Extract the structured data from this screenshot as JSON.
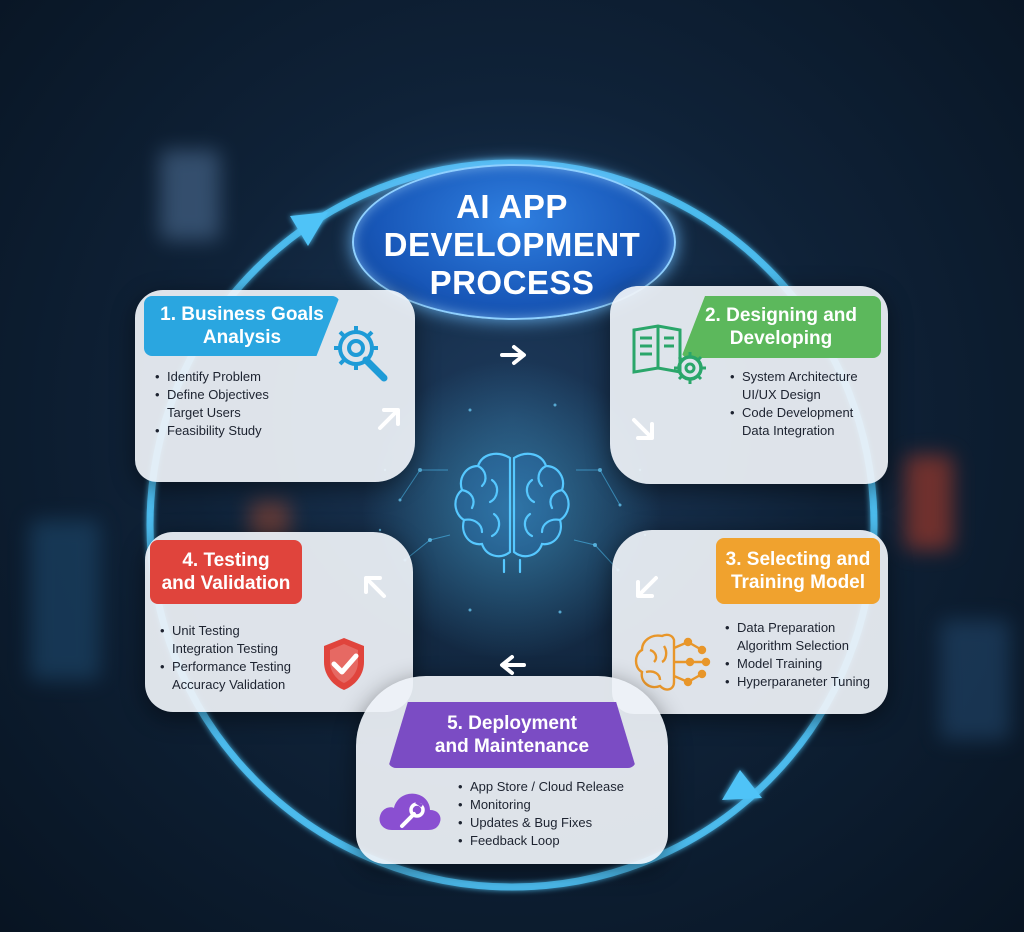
{
  "title": {
    "lines": [
      "AI APP",
      "DEVELOPMENT",
      "PROCESS"
    ]
  },
  "colors": {
    "step1": "#2aa6e0",
    "step2": "#5cb85c",
    "step3": "#f0a22e",
    "step4": "#e0443c",
    "step5": "#7b4cc4",
    "ring": "#4fc3f7"
  },
  "steps": [
    {
      "id": "step1",
      "title_lines": [
        "1. Business Goals",
        "Analysis"
      ],
      "icon": "gear-magnifier-icon",
      "items": [
        {
          "text": "Identify Problem",
          "bullet": true
        },
        {
          "text": "Define Objectives",
          "bullet": true
        },
        {
          "text": "Target Users",
          "bullet": false
        },
        {
          "text": "Feasibility Study",
          "bullet": true
        }
      ]
    },
    {
      "id": "step2",
      "title_lines": [
        "2. Designing and",
        "Developing"
      ],
      "icon": "design-document-gear-icon",
      "items": [
        {
          "text": "System Architecture",
          "bullet": true
        },
        {
          "text": "UI/UX Design",
          "bullet": false
        },
        {
          "text": "Code Development",
          "bullet": true
        },
        {
          "text": "Data Integration",
          "bullet": false
        }
      ]
    },
    {
      "id": "step3",
      "title_lines": [
        "3. Selecting and",
        "Training Model"
      ],
      "icon": "brain-network-icon",
      "items": [
        {
          "text": "Data Preparation",
          "bullet": true
        },
        {
          "text": "Algorithm Selection",
          "bullet": false
        },
        {
          "text": "Model Training",
          "bullet": true
        },
        {
          "text": "Hyperparaneter Tuning",
          "bullet": true
        }
      ]
    },
    {
      "id": "step4",
      "title_lines": [
        "4. Testing",
        "and Validation"
      ],
      "icon": "shield-check-icon",
      "items": [
        {
          "text": "Unit Testing",
          "bullet": true
        },
        {
          "text": "Integration Testing",
          "bullet": false
        },
        {
          "text": "Performance Testing",
          "bullet": true
        },
        {
          "text": "Accuracy Validation",
          "bullet": false
        }
      ]
    },
    {
      "id": "step5",
      "title_lines": [
        "5. Deployment",
        "and Maintenance"
      ],
      "icon": "cloud-wrench-icon",
      "items": [
        {
          "text": "App Store / Cloud Release",
          "bullet": true
        },
        {
          "text": "Monitoring",
          "bullet": true
        },
        {
          "text": "Updates & Bug Fixes",
          "bullet": true
        },
        {
          "text": "Feedback Loop",
          "bullet": true
        }
      ]
    }
  ],
  "center_icon": "brain-circuit-icon"
}
